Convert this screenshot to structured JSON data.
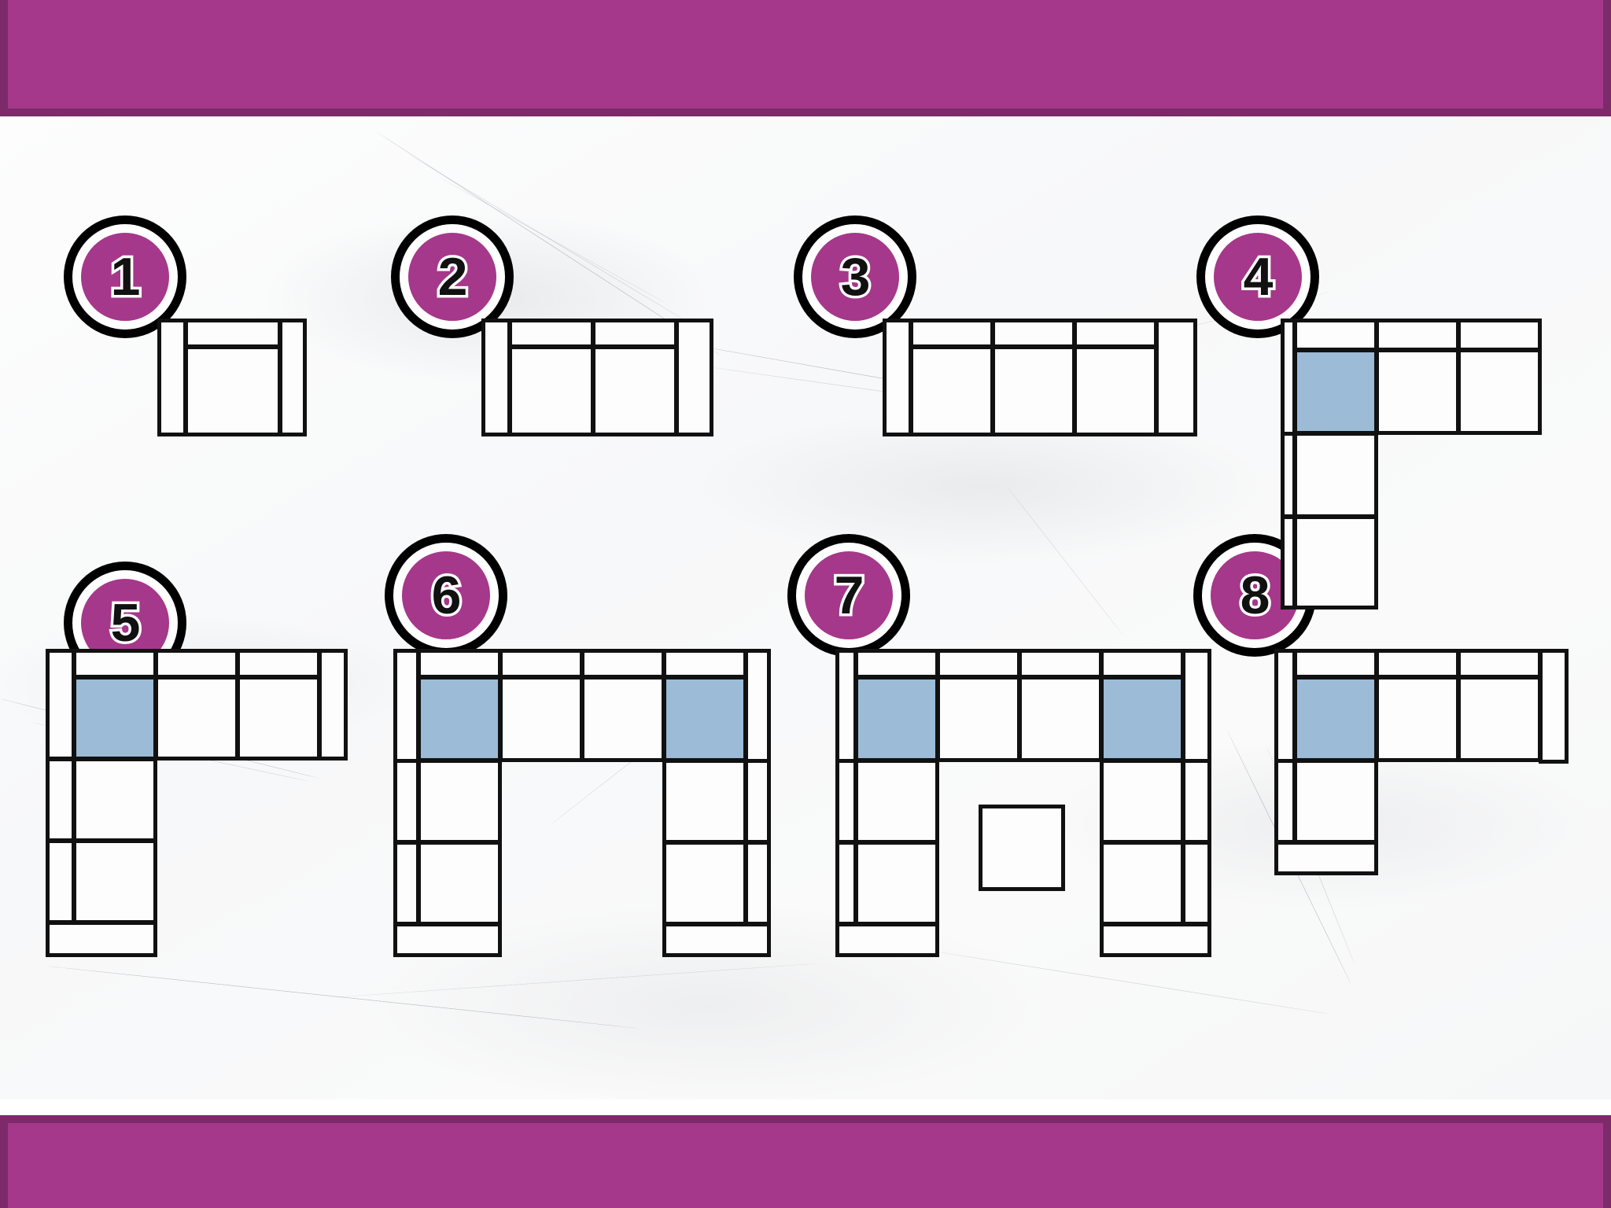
{
  "page": {
    "title": "Sofa Configuration Options",
    "background_style": "white-marble",
    "accent_color": "#A5388A",
    "accent_border_color": "#7D2A6B",
    "corner_seat_color": "#9BBBD6",
    "outline_color": "#111111",
    "module_fill_color": "#FDFDFD"
  },
  "bars": {
    "top_label": "",
    "bottom_label": ""
  },
  "badges": [
    {
      "number": "1"
    },
    {
      "number": "2"
    },
    {
      "number": "3"
    },
    {
      "number": "4"
    },
    {
      "number": "5"
    },
    {
      "number": "6"
    },
    {
      "number": "7"
    },
    {
      "number": "8"
    }
  ],
  "configurations": [
    {
      "id": "config-1",
      "number": "1",
      "name": "single-seat-sofa",
      "description": "Armchair / single seat with two arms and one back panel",
      "seat_count": 1,
      "corner_seats": 0,
      "has_ottoman": false,
      "shape": "straight"
    },
    {
      "id": "config-2",
      "number": "2",
      "name": "two-seat-sofa",
      "description": "Two-seat sofa with two arms and two back panels",
      "seat_count": 2,
      "corner_seats": 0,
      "has_ottoman": false,
      "shape": "straight"
    },
    {
      "id": "config-3",
      "number": "3",
      "name": "three-seat-sofa",
      "description": "Three-seat sofa with two arms and three back panels",
      "seat_count": 3,
      "corner_seats": 0,
      "has_ottoman": false,
      "shape": "straight"
    },
    {
      "id": "config-4",
      "number": "4",
      "name": "l-shape-corner-sofa",
      "description": "L-shaped corner sofa, blue corner seat at left, two seats right, two seats down",
      "seat_count": 5,
      "corner_seats": 1,
      "has_ottoman": false,
      "shape": "l-shape"
    },
    {
      "id": "config-5",
      "number": "5",
      "name": "l-shape-corner-sofa-with-chaise",
      "description": "L-shaped corner sofa with blue corner seat, side seat and chaise extension",
      "seat_count": 5,
      "corner_seats": 1,
      "has_ottoman": false,
      "shape": "l-shape"
    },
    {
      "id": "config-6",
      "number": "6",
      "name": "u-shape-sofa",
      "description": "U-shaped sofa with two blue corner seats and two side arms",
      "seat_count": 7,
      "corner_seats": 2,
      "has_ottoman": false,
      "shape": "u-shape"
    },
    {
      "id": "config-7",
      "number": "7",
      "name": "u-shape-sofa-with-ottoman",
      "description": "U-shaped sofa with two blue corner seats and a free-standing centre ottoman",
      "seat_count": 7,
      "corner_seats": 2,
      "has_ottoman": true,
      "shape": "u-shape"
    },
    {
      "id": "config-8",
      "number": "8",
      "name": "l-shape-corner-sofa-short",
      "description": "L-shaped corner sofa with blue corner seat, two seats right and one seat down",
      "seat_count": 4,
      "corner_seats": 1,
      "has_ottoman": false,
      "shape": "l-shape"
    }
  ]
}
